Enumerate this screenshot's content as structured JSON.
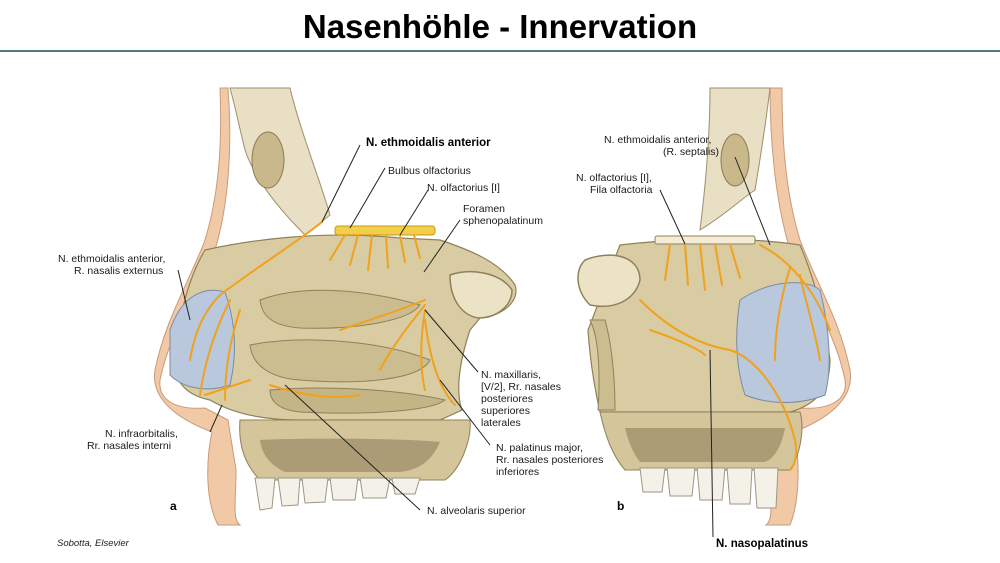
{
  "title": "Nasenhöhle - Innervation",
  "credit": "Sobotta, Elsevier",
  "colors": {
    "rule": "#4a7a82",
    "bone": "#d9cca2",
    "nerve": "#f0a21e",
    "skin": "#f1c9a6",
    "mucosa_blue": "#b9c8dc"
  },
  "panels": {
    "a": "a",
    "b": "b"
  },
  "labels_a": {
    "ethm_ant": "N. ethmoidalis anterior",
    "bulbus": "Bulbus olfactorius",
    "olfactorius": "N. olfactorius [I]",
    "foramen_1": "Foramen",
    "foramen_2": "sphenopalatinum",
    "ethm_ext_1": "N. ethmoidalis anterior,",
    "ethm_ext_2": "R. nasalis externus",
    "maxillaris_1": "N. maxillaris,",
    "maxillaris_2": "[V/2], Rr. nasales",
    "maxillaris_3": "posteriores",
    "maxillaris_4": "superiores",
    "maxillaris_5": "laterales",
    "infraorb_1": "N. infraorbitalis,",
    "infraorb_2": "Rr. nasales interni",
    "palatinus_1": "N. palatinus major,",
    "palatinus_2": "Rr. nasales posteriores",
    "palatinus_3": "inferiores",
    "alveolaris": "N. alveolaris superior"
  },
  "labels_b": {
    "ethm_sept_1": "N. ethmoidalis anterior,",
    "ethm_sept_2": "(R. septalis)",
    "olf_1": "N. olfactorius [I],",
    "olf_2": "Fila olfactoria",
    "nasopalatinus": "N. nasopalatinus"
  }
}
